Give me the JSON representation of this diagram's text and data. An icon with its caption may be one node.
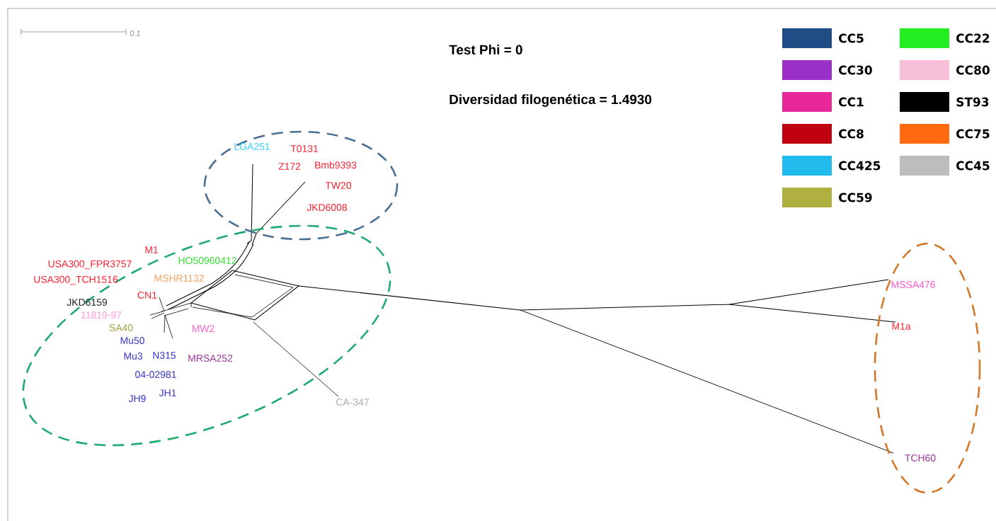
{
  "diagram": {
    "labels": [
      "0.1",
      "Test Phi = 0",
      "Diversidad filogenética = 1.4930",
      "LGA251",
      "T0131",
      "Z172",
      "Bmb9393",
      "TW20",
      "JKD6008",
      "M1",
      "HO50960412",
      "USA300_FPR3757",
      "USA300_TCH1516",
      "MSHR1132",
      "CN1",
      "JKD6159",
      "11819-97",
      "SA40",
      "MW2",
      "Mu50",
      "Mu3",
      "N315",
      "MRSA252",
      "04-02981",
      "JH1",
      "JH9",
      "CA-347",
      "MSSA476",
      "M1a",
      "TCH60"
    ],
    "legend": [
      {
        "text": "CC5",
        "color": "#1f4e86"
      },
      {
        "text": "CC30",
        "color": "#9b30c8"
      },
      {
        "text": "CC1",
        "color": "#e8279b"
      },
      {
        "text": "CC8",
        "color": "#c00010"
      },
      {
        "text": "CC425",
        "color": "#22bbee"
      },
      {
        "text": "CC59",
        "color": "#b0b040"
      },
      {
        "text": "CC22",
        "color": "#22ee22"
      },
      {
        "text": "CC80",
        "color": "#f8c0d8"
      },
      {
        "text": "ST93",
        "color": "#000000"
      },
      {
        "text": "CC75",
        "color": "#ff6a10"
      },
      {
        "text": "CC45",
        "color": "#bdbdbd"
      }
    ]
  }
}
